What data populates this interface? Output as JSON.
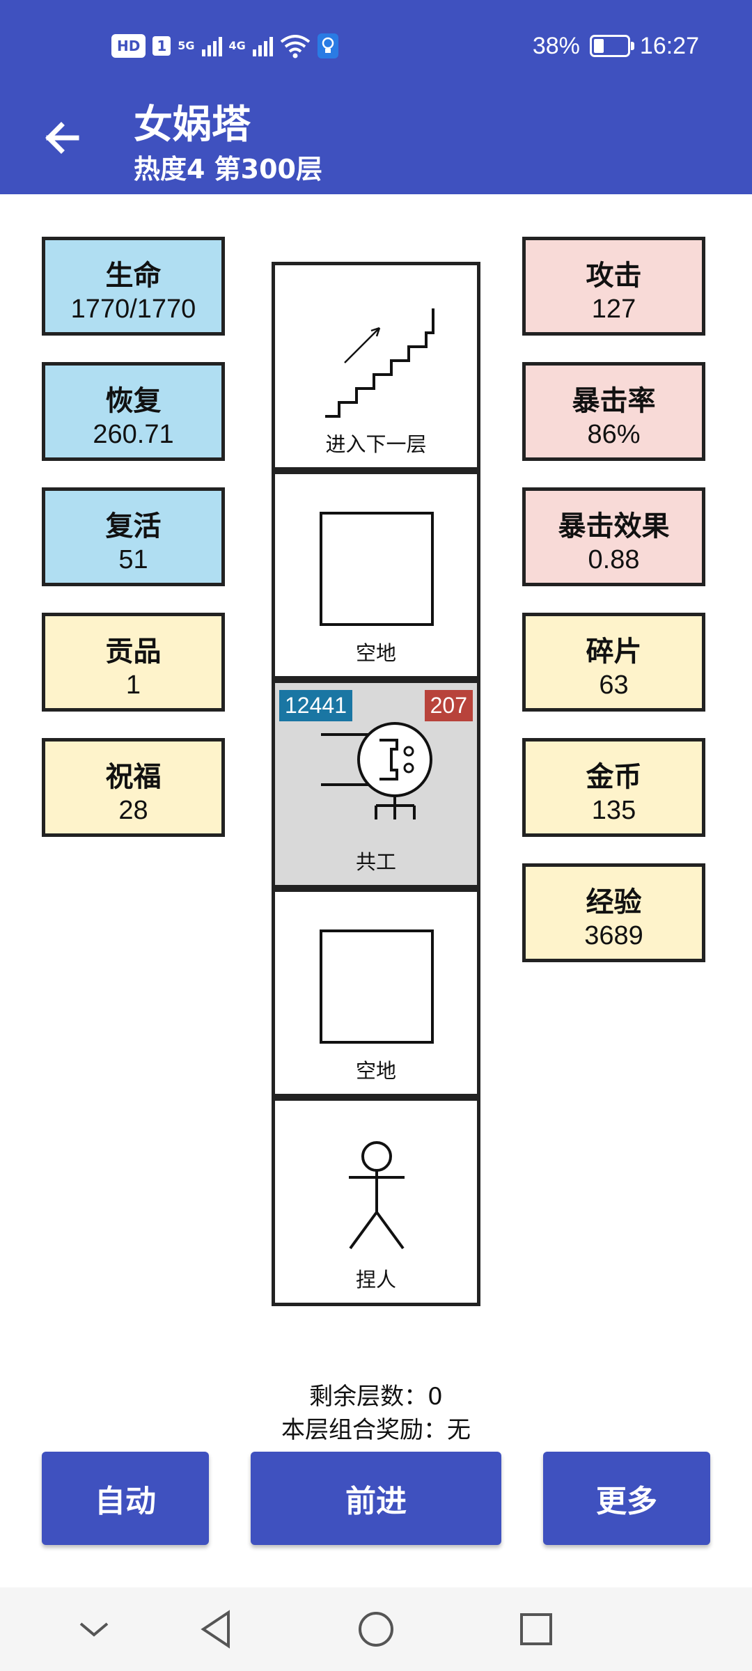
{
  "status": {
    "hd": "HD",
    "sim": "1",
    "net1": "5G",
    "net2": "4G",
    "battery": "38%",
    "time": "16:27"
  },
  "header": {
    "title": "女娲塔",
    "subtitle": "热度4 第300层"
  },
  "left_stats": [
    {
      "label": "生命",
      "value": "1770/1770"
    },
    {
      "label": "恢复",
      "value": "260.71"
    },
    {
      "label": "复活",
      "value": "51"
    },
    {
      "label": "贡品",
      "value": "1"
    },
    {
      "label": "祝福",
      "value": "28"
    }
  ],
  "right_stats": [
    {
      "label": "攻击",
      "value": "127"
    },
    {
      "label": "暴击率",
      "value": "86%"
    },
    {
      "label": "暴击效果",
      "value": "0.88"
    },
    {
      "label": "碎片",
      "value": "63"
    },
    {
      "label": "金币",
      "value": "135"
    },
    {
      "label": "经验",
      "value": "3689"
    }
  ],
  "tower": {
    "cells": [
      {
        "caption": "进入下一层",
        "icon": "stairs-icon"
      },
      {
        "caption": "空地",
        "icon": "empty-square-icon"
      },
      {
        "caption": "共工",
        "icon": "monster-icon",
        "hp": "12441",
        "attack": "207"
      },
      {
        "caption": "空地",
        "icon": "empty-square-icon"
      },
      {
        "caption": "捏人",
        "icon": "stick-figure-icon"
      }
    ]
  },
  "info": {
    "remaining_floors": "剩余层数：0",
    "floor_bonus": "本层组合奖励：无"
  },
  "buttons": {
    "auto": "自动",
    "forward": "前进",
    "more": "更多"
  },
  "colors": {
    "primary": "#3f51bf",
    "stat_blue": "#b0def2",
    "stat_pink": "#f8dad7",
    "stat_yellow": "#fef3cb",
    "badge_hp": "#1a76a3",
    "badge_attack": "#b8433b",
    "active_cell": "#d9d9d9"
  }
}
